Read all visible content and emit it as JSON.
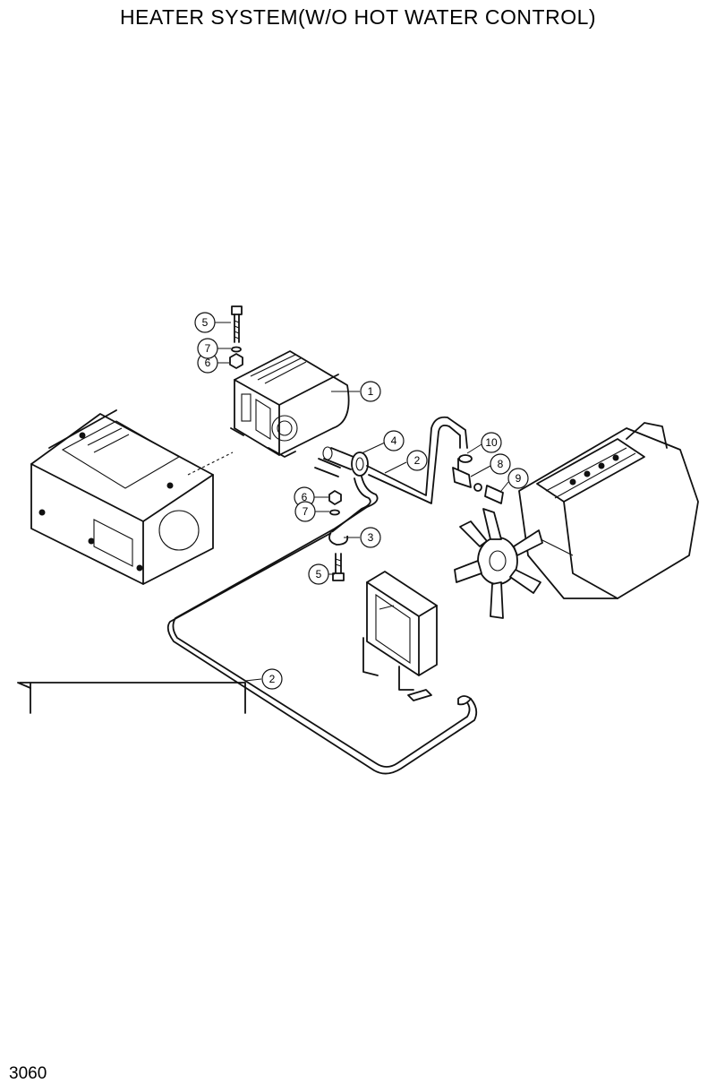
{
  "title": "HEATER SYSTEM(W/O HOT WATER CONTROL)",
  "page_number": "3060",
  "callouts": [
    {
      "label": "1",
      "part": "heater-unit"
    },
    {
      "label": "2",
      "part": "hose-upper"
    },
    {
      "label": "2",
      "part": "hose-lower"
    },
    {
      "label": "3",
      "part": "clamp"
    },
    {
      "label": "4",
      "part": "hose-joint"
    },
    {
      "label": "5",
      "part": "bolt-upper"
    },
    {
      "label": "5",
      "part": "bolt-lower"
    },
    {
      "label": "6",
      "part": "nut-upper"
    },
    {
      "label": "6",
      "part": "nut-lower"
    },
    {
      "label": "7",
      "part": "washer-upper"
    },
    {
      "label": "7",
      "part": "washer-lower"
    },
    {
      "label": "8",
      "part": "valve"
    },
    {
      "label": "9",
      "part": "connector"
    },
    {
      "label": "10",
      "part": "hose-clamp"
    }
  ]
}
